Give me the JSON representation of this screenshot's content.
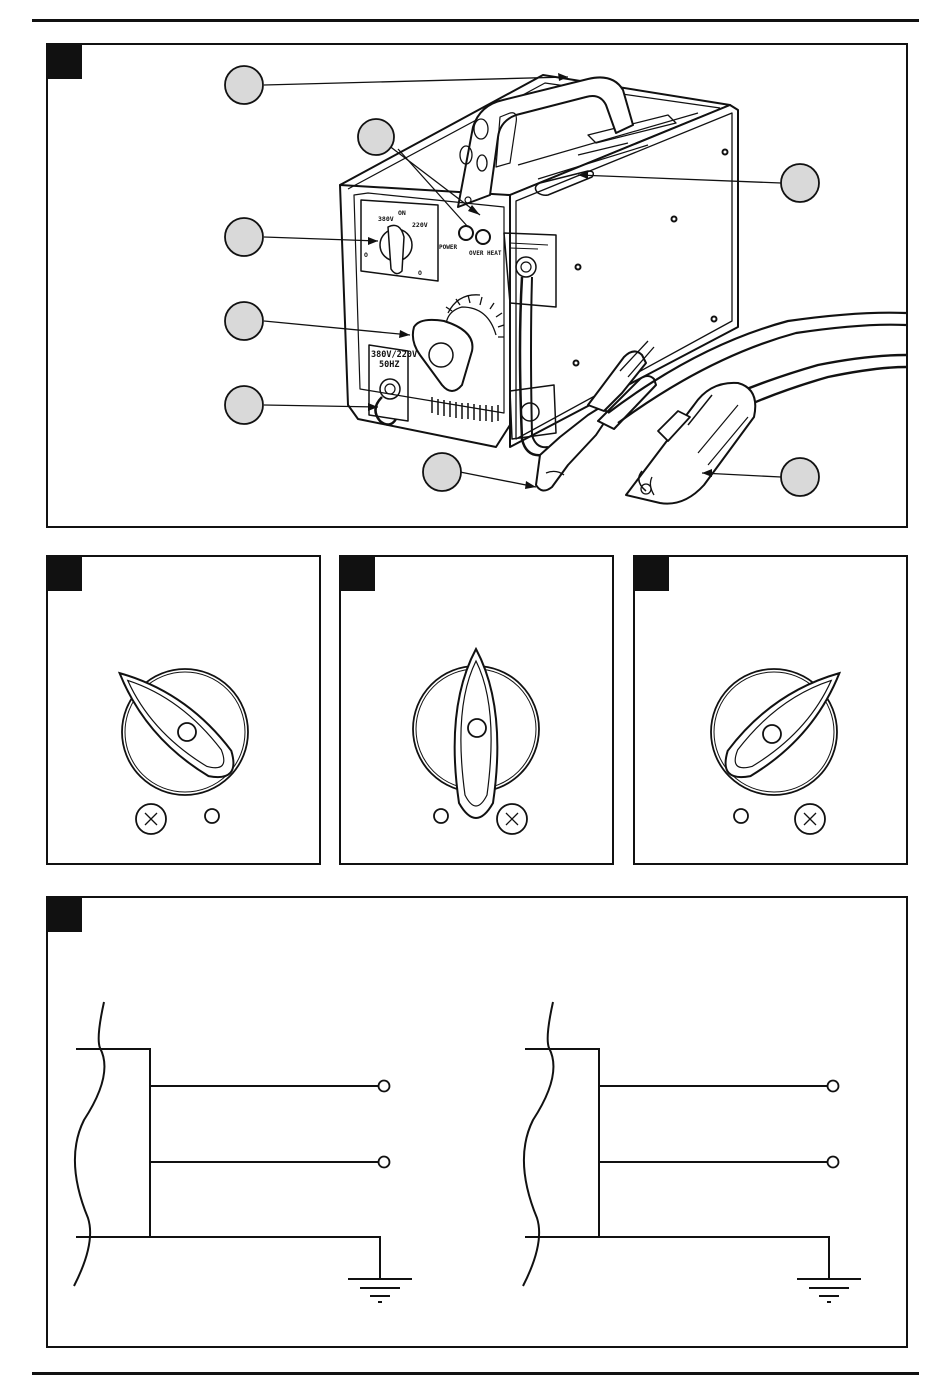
{
  "figure1": {
    "voltage_selector": {
      "label_380": "380V",
      "label_on": "ON",
      "label_220": "220V",
      "off_mark": "O"
    },
    "indicators": {
      "power_label": "POWER",
      "overheat_label": "OVER HEAT"
    },
    "rating_plate": {
      "line1": "380V/220V",
      "line2": "50HZ"
    }
  },
  "colors": {
    "line": "#111111",
    "callout_fill": "#d9d9d9",
    "corner_fill": "#111111"
  },
  "icons": [
    "handle-icon",
    "clamp-icon",
    "electrode-holder-icon",
    "ground-symbol-icon",
    "screw-icon"
  ]
}
